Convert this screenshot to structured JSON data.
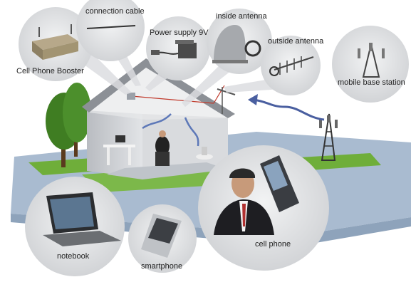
{
  "labels": {
    "connection_cable": "connection cable",
    "power_supply": "Power supply  9V",
    "inside_antenna": "inside antenna",
    "outside_antenna": "outside antenna",
    "cell_phone_booster": "Cell Phone Booster",
    "mobile_base_station": "mobile base station",
    "notebook": "notebook",
    "smartphone": "smartphone",
    "cell_phone": "cell phone"
  },
  "colors": {
    "bubble": "#d8d9db",
    "ground": "#9fb3c9",
    "grass": "#6fae3a",
    "signal": "#4a5fa0",
    "house_wall": "#c9cbcf",
    "tree": "#3f7d22"
  }
}
